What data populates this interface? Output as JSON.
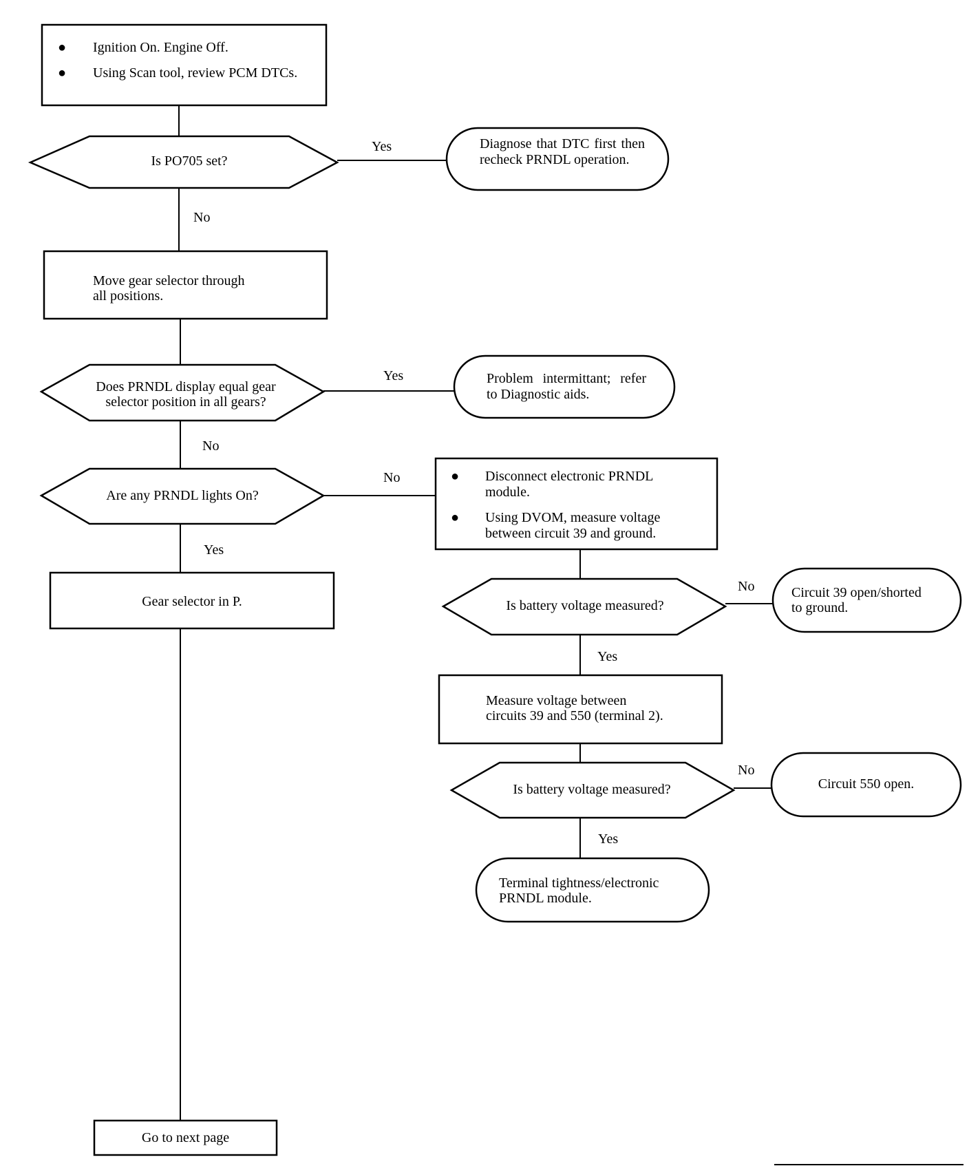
{
  "flowchart": {
    "start": {
      "bullet_glyph": "●",
      "items": [
        "Ignition On. Engine Off.",
        "Using Scan tool, review PCM DTCs."
      ]
    },
    "q1": {
      "text": "Is PO705 set?",
      "yes": "Yes",
      "no": "No"
    },
    "t1": {
      "text": "Diagnose that DTC first then recheck PRNDL operation."
    },
    "step1": {
      "line1": "Move gear selector through",
      "line2": "all positions."
    },
    "q2": {
      "line1": "Does PRNDL display equal gear",
      "line2": "selector position in all gears?",
      "yes": "Yes",
      "no": "No"
    },
    "t2": {
      "text": "Problem intermittant; refer to Diagnostic aids."
    },
    "q3": {
      "text": "Are any PRNDL lights On?",
      "yes": "Yes",
      "no": "No"
    },
    "step2": {
      "text": "Gear selector in P."
    },
    "step3": {
      "bullet_glyph": "●",
      "items": [
        "Disconnect electronic PRNDL module.",
        "Using DVOM, measure voltage between circuit 39 and ground."
      ]
    },
    "q4": {
      "text": "Is battery voltage measured?",
      "yes": "Yes",
      "no": "No"
    },
    "t3": {
      "line1": "Circuit 39 open/shorted",
      "line2": "to ground."
    },
    "step4": {
      "line1": "Measure voltage between",
      "line2": "circuits 39 and 550 (terminal 2)."
    },
    "q5": {
      "text": "Is battery voltage measured?",
      "yes": "Yes",
      "no": "No"
    },
    "t4": {
      "text": "Circuit 550 open."
    },
    "t5": {
      "line1": "Terminal tightness/electronic",
      "line2": "PRNDL module."
    },
    "next": {
      "text": "Go to next page"
    }
  }
}
